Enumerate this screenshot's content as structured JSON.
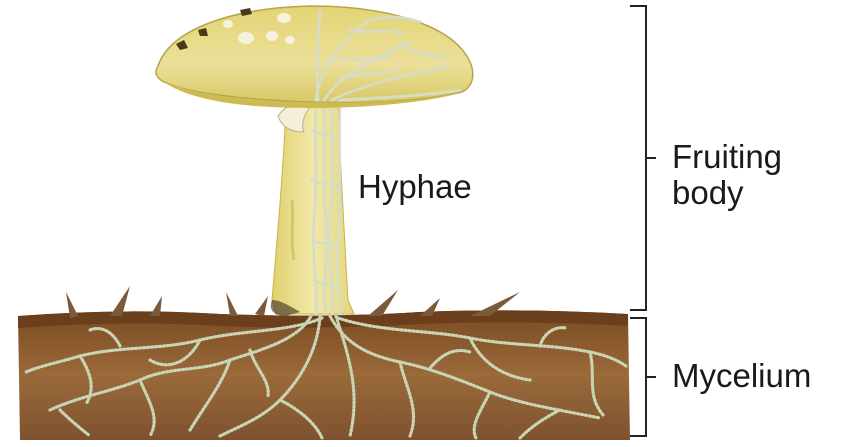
{
  "labels": {
    "hyphae": "Hyphae",
    "fruiting_body_line1": "Fruiting",
    "fruiting_body_line2": "body",
    "mycelium": "Mycelium"
  },
  "colors": {
    "cap_fill": "#e8d97a",
    "cap_shade": "#cdbb52",
    "stalk_fill": "#ece29a",
    "soil_fill": "#8a5a2e",
    "soil_dark": "#6e4422",
    "hyphae_line": "#c9d4b4",
    "bracket": "#222222"
  }
}
